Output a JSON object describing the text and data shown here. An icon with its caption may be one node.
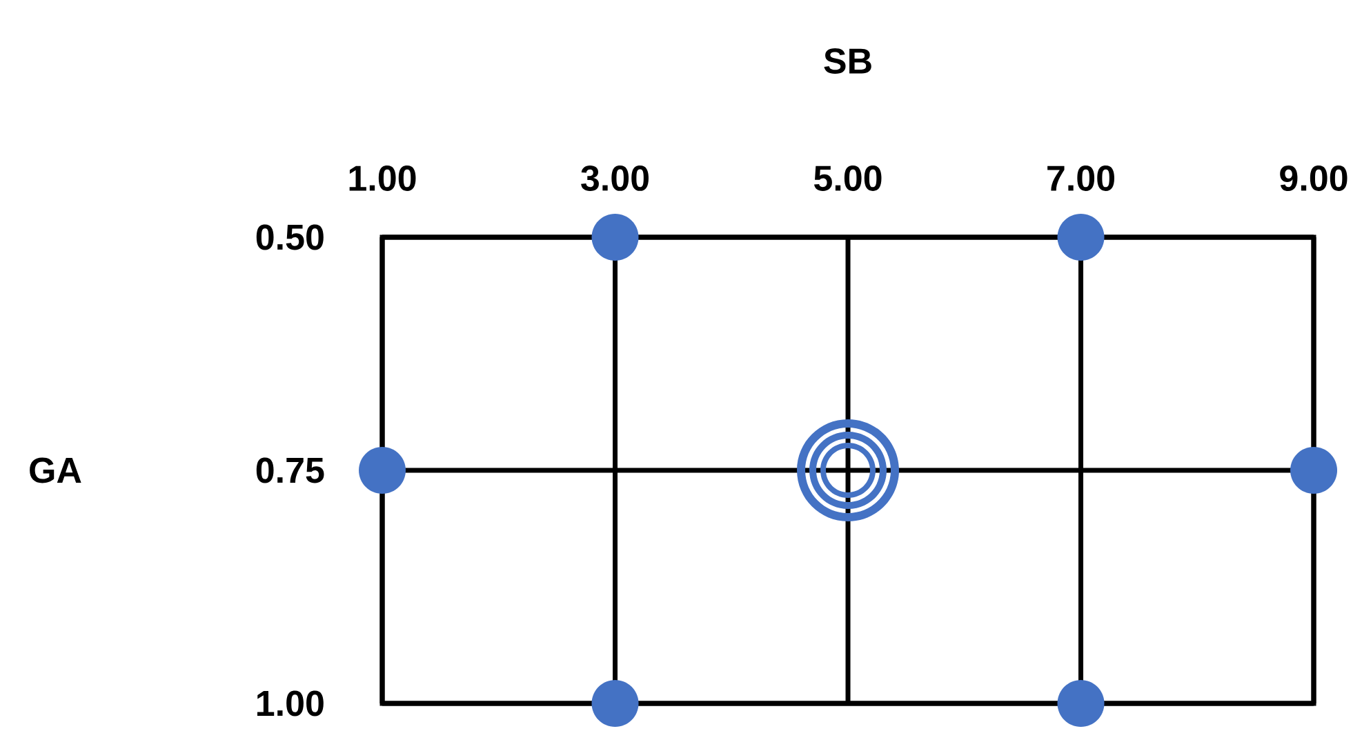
{
  "diagram": {
    "chart_data": {
      "type": "scatter",
      "grid": true,
      "xlabel": "SB",
      "ylabel": "GA",
      "xlim": [
        1,
        9
      ],
      "ylim": [
        1.0,
        0.5
      ],
      "xticks": [
        {
          "value": 1,
          "label": "1.00"
        },
        {
          "value": 3,
          "label": "3.00"
        },
        {
          "value": 5,
          "label": "5.00"
        },
        {
          "value": 7,
          "label": "7.00"
        },
        {
          "value": 9,
          "label": "9.00"
        }
      ],
      "yticks": [
        {
          "value": 0.5,
          "label": "0.50"
        },
        {
          "value": 0.75,
          "label": "0.75"
        },
        {
          "value": 1.0,
          "label": "1.00"
        }
      ],
      "series": [
        {
          "color": "#4472c4",
          "marker": "circle",
          "x": [
            3,
            7,
            1,
            9,
            3,
            7
          ],
          "values": [
            0.5,
            0.5,
            0.75,
            0.75,
            1.0,
            1.0
          ]
        },
        {
          "color": "#4472c4",
          "x": [
            5
          ],
          "values": [
            0.75
          ]
        }
      ]
    }
  }
}
